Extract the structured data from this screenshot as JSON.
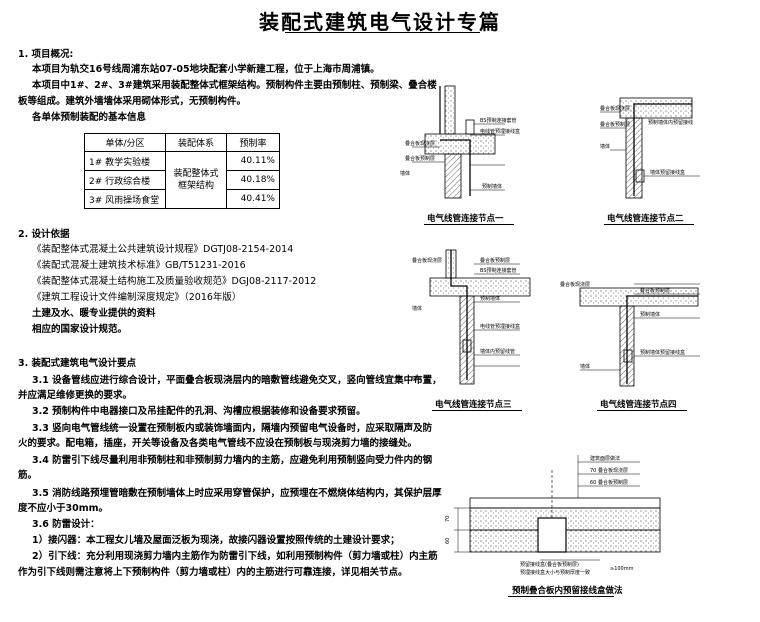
{
  "title": "装配式建筑电气设计专篇",
  "sections": {
    "s1": {
      "heading": "1. 项目概况:",
      "lines": [
        "本项目为轨交16号线周浦东站07-05地块配套小学新建工程，位于上海市周浦镇。",
        "本项目中1#、2#、3#建筑采用装配整体式框架结构。预制构件主要由预制柱、预制梁、叠合楼",
        "板等组成。建筑外墙墙体采用砌体形式，无预制构件。",
        "各单体预制装配的基本信息"
      ]
    },
    "table": {
      "headers": [
        "单体/分区",
        "装配体系",
        "预制率"
      ],
      "rows": [
        [
          "1# 教学实验楼",
          "40.11%"
        ],
        [
          "2# 行政综合楼",
          "40.18%"
        ],
        [
          "3# 风雨操场食堂",
          "40.41%"
        ]
      ],
      "merged_system": "装配整体式框架结构"
    },
    "s2": {
      "heading": "2. 设计依据",
      "lines": [
        "《装配整体式混凝土公共建筑设计规程》DGTJ08-2154-2014",
        "《装配式混凝土建筑技术标准》GB/T51231-2016",
        "《装配整体式混凝土结构施工及质量验收规范》DGJ08-2117-2012",
        "《建筑工程设计文件编制深度规定》（2016年版）",
        "土建及水、暖专业提供的资料",
        "相应的国家设计规范。"
      ]
    },
    "s3": {
      "heading": "3. 装配式建筑电气设计要点",
      "lines": [
        "3.1 设备管线应进行综合设计，平面叠合板现浇层内的暗敷管线避免交叉，竖向管线宜集中布置，",
        "并应满足维修更换的要求。",
        "3.2 预制构件中电器接口及吊挂配件的孔洞、沟槽应根据装修和设备要求预留。",
        "3.3 竖向电气管线统一设置在预制板内或装饰墙面内，隔墙内预留电气设备时，应采取隔声及防",
        "火的要求。配电箱，插座，开关等设备及各类电气管线不应设在预制板与现浇剪力墙的接缝处。",
        "3.4 防雷引下线尽量利用非预制柱和非预制剪力墙内的主筋，应避免利用预制竖向受力件内的钢",
        "筋。",
        "3.5 消防线路预埋管暗敷在预制墙体上时应采用穿管保护，应预埋在不燃烧体结构内，其保护层厚",
        "度不应小于30mm。",
        "3.6 防雷设计：",
        "1）接闪器：本工程女儿墙及屋面泛板为现浇，故接闪器设置按照传统的土建设计要求；",
        "2）引下线：充分利用现浇剪力墙内主筋作为防雷引下线，如利用预制构件（剪力墙或柱）内主筋",
        "作为引下线则需注意将上下预制构件（剪力墙或柱）内的主筋进行可靠连接，详见相关节点。"
      ]
    }
  },
  "figures": {
    "node1": {
      "caption": "电气线管连接节点一",
      "labels": [
        "叠合板现浇层",
        "BS预制连接套管",
        "电线管预埋接线盒",
        "叠合板预制层",
        "墙体",
        "预制墙体"
      ]
    },
    "node2": {
      "caption": "电气线管连接节点二",
      "labels": [
        "叠合板现浇层",
        "叠合板预制层",
        "墙体预留接线盒",
        "墙体",
        "预制墙体内预留接线"
      ]
    },
    "node3": {
      "caption": "电气线管连接节点三",
      "labels": [
        "叠合板现浇层",
        "叠合板预制层",
        "墙体",
        "BS预制连接套管",
        "预制墙体",
        "电线管预埋接线盒",
        "墙体内预留线管",
        "墙体"
      ]
    },
    "node4": {
      "caption": "电气线管连接节点四",
      "labels": [
        "叠合板现浇层",
        "叠合板预制层",
        "预制墙体",
        "预制墙体预留接线盒",
        "墙体"
      ]
    },
    "box": {
      "caption": "预制叠合板内预留接线盒做法",
      "labels": [
        "建筑面层做法",
        "70 叠合板现浇层",
        "60 叠合板预制层",
        "预留接线盒(叠合板预制层)",
        "预埋接线盒大小与预制厚度一致",
        "≥100mm"
      ],
      "dims": [
        "70",
        "60"
      ]
    }
  }
}
